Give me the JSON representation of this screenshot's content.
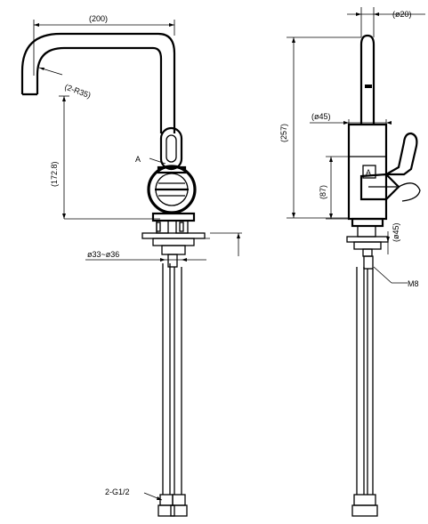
{
  "front_view": {
    "dim_width": "(200)",
    "dim_radius": "(2-R35)",
    "dim_height": "(172.8)",
    "label_a": "A",
    "dim_hole": "ø33~ø36",
    "thread": "2-G1/2"
  },
  "side_view": {
    "dim_top_dia": "(ø20)",
    "dim_total_height": "(257)",
    "dim_body_dia": "(ø45)",
    "label_a": "A",
    "dim_body_height": "(87)",
    "dim_base_dia": "(ø45)",
    "bolt": "M8"
  }
}
